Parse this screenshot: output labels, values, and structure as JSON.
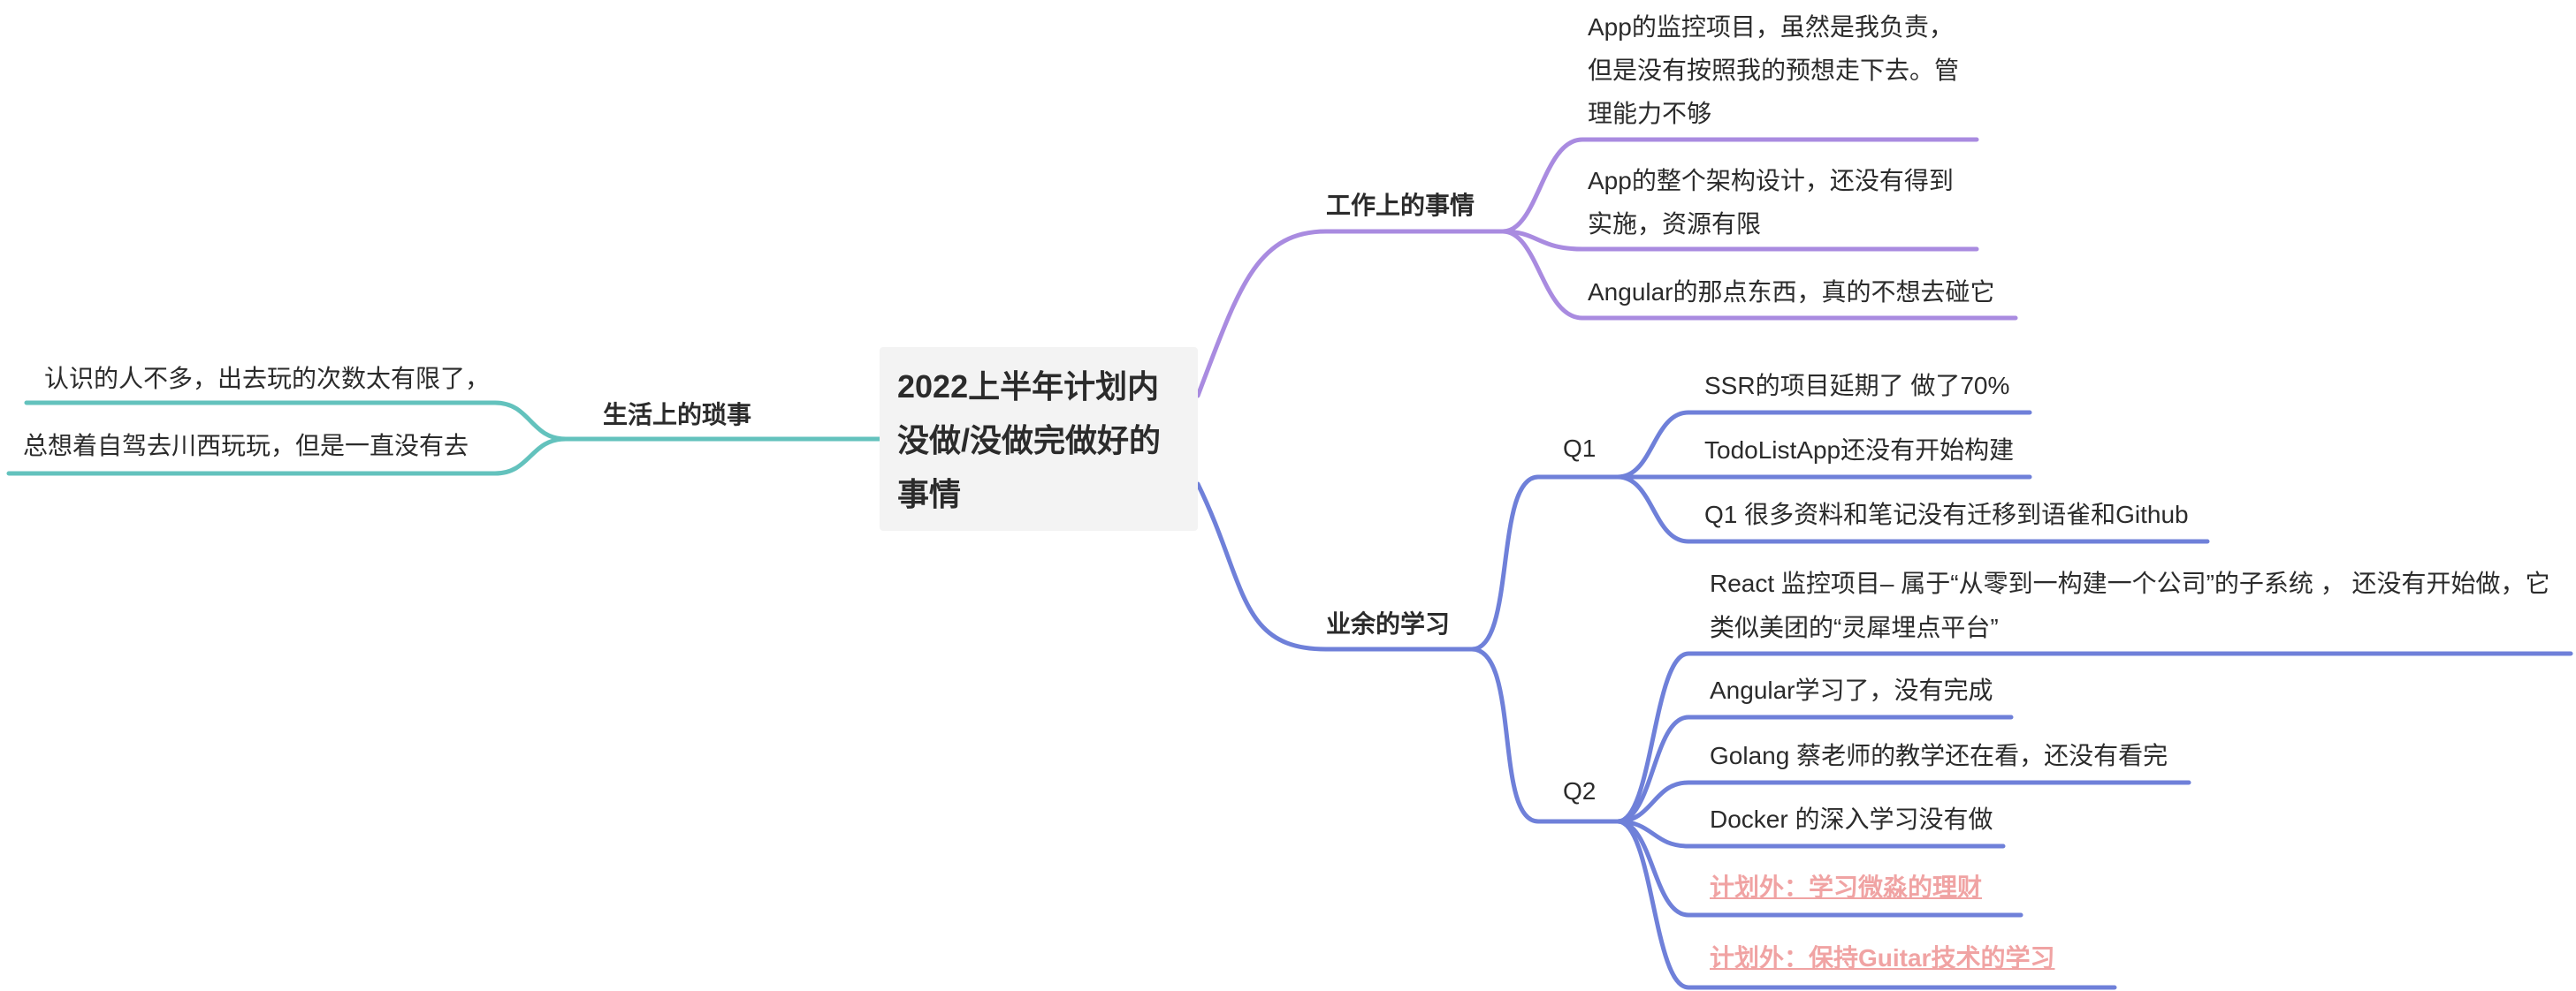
{
  "colors": {
    "work": "#a98be0",
    "study": "#6f80d9",
    "life": "#63c2bd",
    "highlight": "#f0a3a3",
    "root_bg": "#f3f3f3"
  },
  "root": {
    "title": "2022上半年计划内没做/没做完做好的事情"
  },
  "work": {
    "label": "工作上的事情",
    "items": [
      "App的监控项目，虽然是我负责，但是没有按照我的预想走下去。管理能力不够",
      "App的整个架构设计，还没有得到实施，资源有限",
      "Angular的那点东西，真的不想去碰它"
    ]
  },
  "study": {
    "label": "业余的学习",
    "q1": {
      "label": "Q1",
      "items": [
        "SSR的项目延期了 做了70%",
        "TodoListApp还没有开始构建",
        "Q1 很多资料和笔记没有迁移到语雀和Github"
      ]
    },
    "q2": {
      "label": "Q2",
      "items": [
        "React 监控项目– 属于“从零到一构建一个公司”的子系统 ， 还没有开始做，它类似美团的“灵犀埋点平台”",
        "Angular学习了，没有完成",
        "Golang 蔡老师的教学还在看，还没有看完",
        "Docker 的深入学习没有做",
        "计划外：学习微淼的理财",
        "计划外：保持Guitar技术的学习"
      ]
    }
  },
  "life": {
    "label": "生活上的琐事",
    "items": [
      "认识的人不多，出去玩的次数太有限了，",
      "总想着自驾去川西玩玩，但是一直没有去"
    ]
  }
}
